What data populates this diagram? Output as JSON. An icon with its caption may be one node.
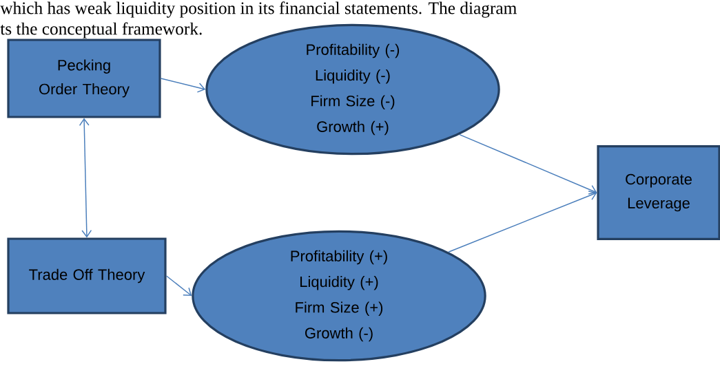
{
  "diagram": {
    "nodes": [
      {
        "text": [
          "Pecking Order Theory"
        ]
      },
      {
        "text": [
          "Profitability (-)",
          "Liquidity (-)",
          "Firm Size (-)",
          "Growth (+)"
        ]
      },
      {
        "text": [
          "Trade Off Theory"
        ]
      },
      {
        "text": [
          "Profitability (+)",
          "Liquidity (+)",
          "Firm Size (+)",
          "Growth (-)"
        ]
      },
      {
        "text": [
          "Corporate Leverage"
        ]
      }
    ],
    "edges": [
      {
        "from": 0,
        "to": 1,
        "arrow": "to"
      },
      {
        "from": 0,
        "to": 2,
        "arrow": "both"
      },
      {
        "from": 2,
        "to": 3,
        "arrow": "to"
      },
      {
        "from": 1,
        "to": 4,
        "arrow": "to"
      },
      {
        "from": 3,
        "to": 4,
        "arrow": "to"
      }
    ],
    "labels": [
      "which has weak liquidity position in its financial statements. The diagram",
      "ts the conceptual framework."
    ]
  }
}
